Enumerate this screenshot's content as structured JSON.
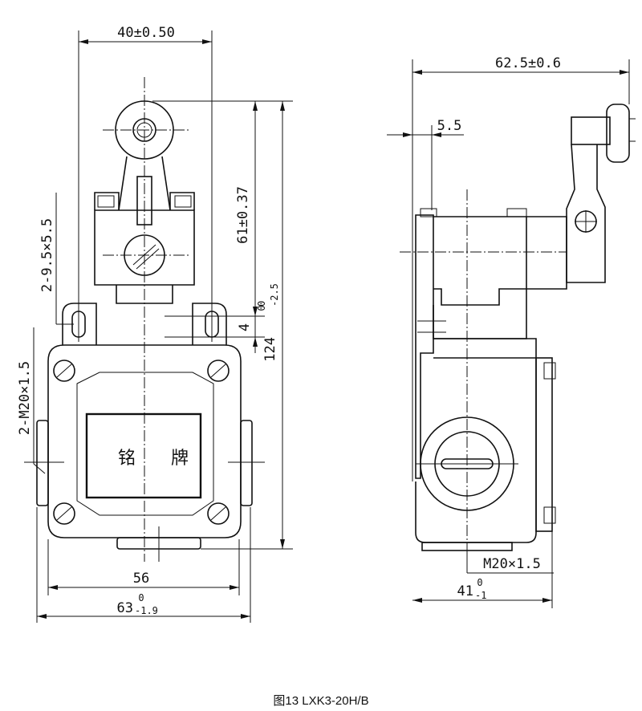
{
  "caption": "图13  LXK3-20H/B",
  "front_view": {
    "dim_width_top": "40±0.50",
    "dim_height_61": "61±0.37",
    "dim_height_124_main": "124",
    "dim_height_124_tol_upper": "0",
    "dim_height_124_tol_lower": "-2.5",
    "dim_4": "4",
    "dim_4_tol": "0",
    "dim_holes": "2-9.5×5.5",
    "dim_thread": "2-M20×1.5",
    "dim_width_56": "56",
    "dim_width_63_main": "63",
    "dim_width_63_tol_upper": "0",
    "dim_width_63_tol_lower": "-1.9",
    "nameplate_char_1": "铭",
    "nameplate_char_2": "牌"
  },
  "side_view": {
    "dim_width_top": "62.5±0.6",
    "dim_5_5": "5.5",
    "dim_thread": "M20×1.5",
    "dim_41_main": "41",
    "dim_41_tol_upper": "0",
    "dim_41_tol_lower": "-1"
  }
}
